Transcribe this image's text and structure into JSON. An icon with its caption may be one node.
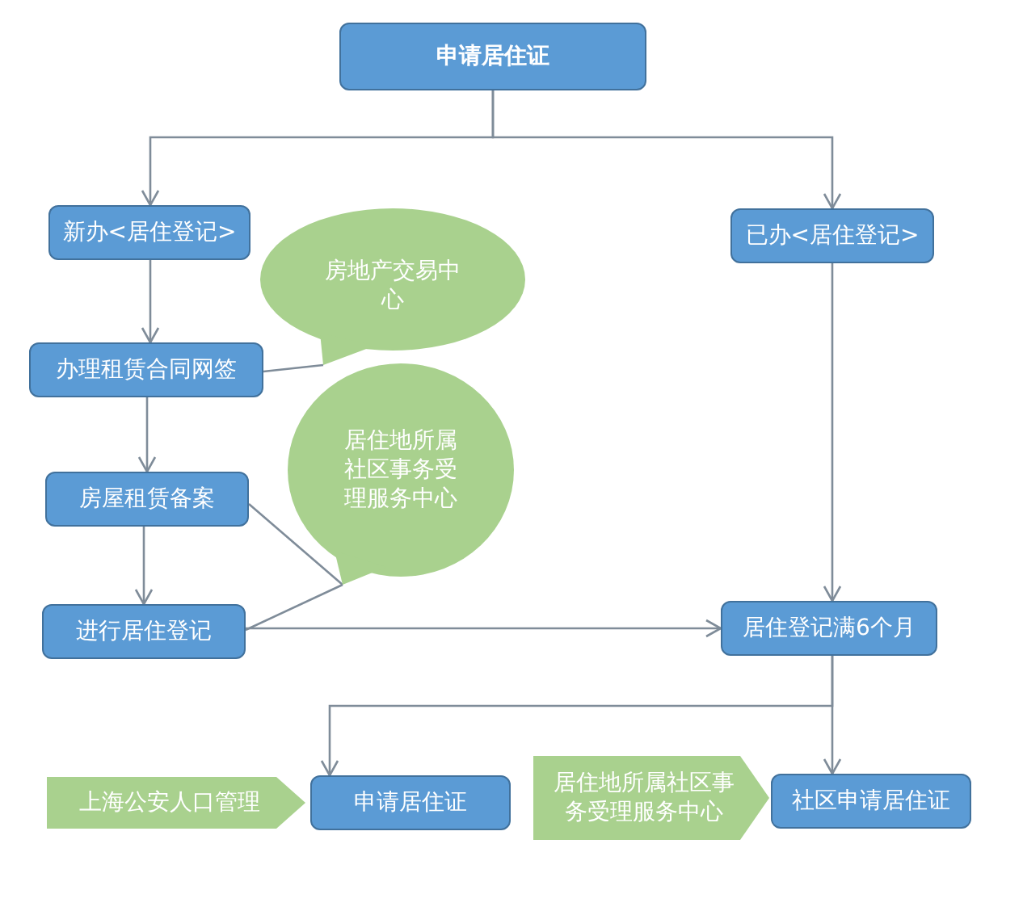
{
  "diagram": {
    "nodes": [
      {
        "text": [
          "申请居住证"
        ]
      },
      {
        "text": [
          "新办<居住登记>"
        ]
      },
      {
        "text": [
          "已办<居住登记>"
        ]
      },
      {
        "text": [
          "房地产交易中心"
        ]
      },
      {
        "text": [
          "办理租赁合同网签"
        ]
      },
      {
        "text": [
          "居住地所属社区事务受理服务中心"
        ]
      },
      {
        "text": [
          "房屋租赁备案"
        ]
      },
      {
        "text": [
          "进行居住登记"
        ]
      },
      {
        "text": [
          "居住登记满6个月"
        ]
      },
      {
        "text": [
          "上海公安人口管理"
        ]
      },
      {
        "text": [
          "申请居住证"
        ]
      },
      {
        "text": [
          "居住地所属社区事务受理服务中心"
        ]
      },
      {
        "text": [
          "社区申请居住证"
        ]
      }
    ],
    "edges": [
      {
        "from": 0,
        "to": 1,
        "arrow": "to"
      },
      {
        "from": 0,
        "to": 2,
        "arrow": "to"
      },
      {
        "from": 1,
        "to": 4,
        "arrow": "to"
      },
      {
        "from": 4,
        "to": 3,
        "arrow": "none"
      },
      {
        "from": 4,
        "to": 6,
        "arrow": "to"
      },
      {
        "from": 6,
        "to": 5,
        "arrow": "none"
      },
      {
        "from": 6,
        "to": 7,
        "arrow": "to"
      },
      {
        "from": 7,
        "to": 5,
        "arrow": "none"
      },
      {
        "from": 7,
        "to": 8,
        "arrow": "to"
      },
      {
        "from": 2,
        "to": 8,
        "arrow": "to"
      },
      {
        "from": 8,
        "to": 10,
        "arrow": "to"
      },
      {
        "from": 8,
        "to": 12,
        "arrow": "to"
      }
    ]
  }
}
